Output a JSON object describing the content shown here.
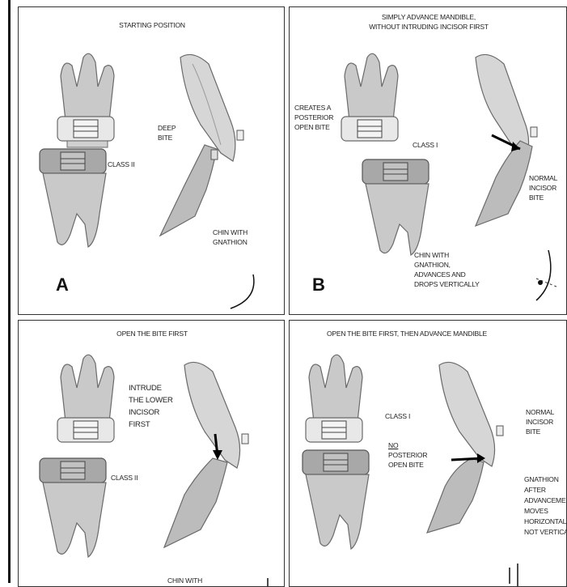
{
  "panels": {
    "a": {
      "title": "STARTING POSITION",
      "letter": "A",
      "deep_bite": [
        "DEEP",
        "BITE"
      ],
      "class_label": "CLASS II",
      "chin": [
        "CHIN WITH",
        "GNATHION"
      ]
    },
    "b": {
      "title": [
        "SIMPLY ADVANCE MANDIBLE,",
        "WITHOUT INTRUDING INCISOR FIRST"
      ],
      "letter": "B",
      "creates": [
        "CREATES A",
        "POSTERIOR",
        "OPEN BITE"
      ],
      "class_label": "CLASS I",
      "normal": [
        "NORMAL",
        "INCISOR",
        "BITE"
      ],
      "chin": [
        "CHIN WITH",
        "GNATHION,",
        "ADVANCES AND",
        "DROPS VERTICALLY"
      ]
    },
    "c": {
      "title": "OPEN THE BITE FIRST",
      "intrude": [
        "INTRUDE",
        "THE LOWER",
        "INCISOR",
        "FIRST"
      ],
      "class_label": "CLASS II",
      "chin": "CHIN WITH"
    },
    "d": {
      "title": "OPEN THE BITE FIRST, THEN ADVANCE MANDIBLE",
      "class_label": "CLASS I",
      "no_prefix": "NO",
      "no_rest": [
        "POSTERIOR",
        "OPEN BITE"
      ],
      "normal": [
        "NORMAL",
        "INCISOR",
        "BITE"
      ],
      "gnathion": [
        "GNATHION",
        "AFTER",
        "ADVANCEMENT",
        "MOVES",
        "HORIZONTALLY",
        "NOT VERTICALLY"
      ]
    }
  },
  "colors": {
    "tooth": "#c9c9c9",
    "tooth_stroke": "#6a6a6a",
    "bracket": "#e8e8e8",
    "border": "#333333"
  }
}
